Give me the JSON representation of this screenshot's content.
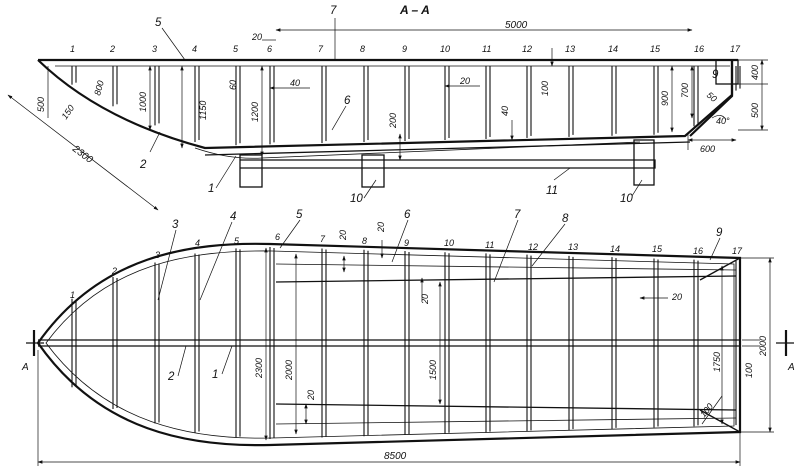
{
  "section_title": "A – A",
  "section_letter": "A",
  "frame_numbers": [
    "1",
    "2",
    "3",
    "4",
    "5",
    "6",
    "7",
    "8",
    "9",
    "10",
    "11",
    "12",
    "13",
    "14",
    "15",
    "16",
    "17"
  ],
  "parts": {
    "p1": "1",
    "p2": "2",
    "p3": "3",
    "p4": "4",
    "p5": "5",
    "p6": "6",
    "p7": "7",
    "p8": "8",
    "p9": "9",
    "p10": "10",
    "p11": "11"
  },
  "side_view_dims": {
    "d5000": "5000",
    "d20a": "20",
    "d2300": "2300",
    "d500a": "500",
    "d150": "150",
    "d800": "800",
    "d1000": "1000",
    "d1150": "1150",
    "d60": "60",
    "d1200": "1200",
    "d40a": "40",
    "d20b": "20",
    "d200": "200",
    "d40b": "40",
    "d100a": "100",
    "d900": "900",
    "d700": "700",
    "d50": "50",
    "d40deg": "40°",
    "d400": "400",
    "d500b": "500",
    "d600": "600"
  },
  "plan_view_dims": {
    "d20c": "20",
    "d20d": "20",
    "d20e": "20",
    "d20f": "20",
    "d20g": "20",
    "d2300b": "2300",
    "d2000a": "2000",
    "d1500": "1500",
    "d1750": "1750",
    "d100b": "100",
    "d100c": "100",
    "d2000b": "2000",
    "d8500": "8500"
  }
}
